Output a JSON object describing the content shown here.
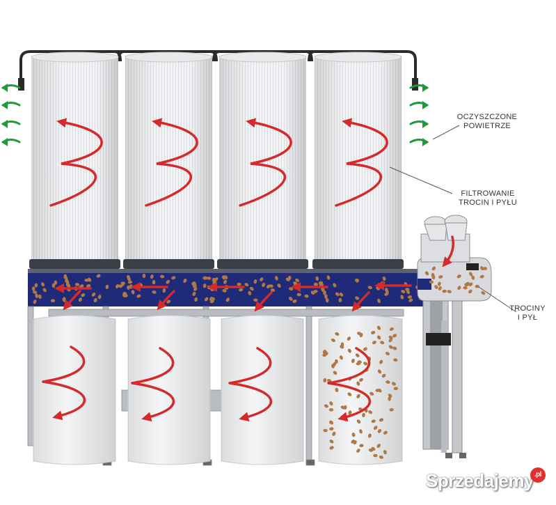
{
  "labels": {
    "clean_air": [
      "OCZYSZCZONE",
      "POWIETRZE"
    ],
    "filtering": [
      "FILTROWANIE",
      "TROCIN I PYŁU"
    ],
    "dust": [
      "TROCINY",
      "I PYŁ"
    ]
  },
  "watermark": {
    "text": "Sprzedajemy",
    "suffix": ".pl"
  },
  "colors": {
    "arrow_red": "#d42a2a",
    "arrow_green": "#1e9a3c",
    "frame_blue": "#1f2a78",
    "chip_brown": "#b07845",
    "filter_white": "#f4f5f6",
    "steel_grey": "#b9bcc0"
  }
}
